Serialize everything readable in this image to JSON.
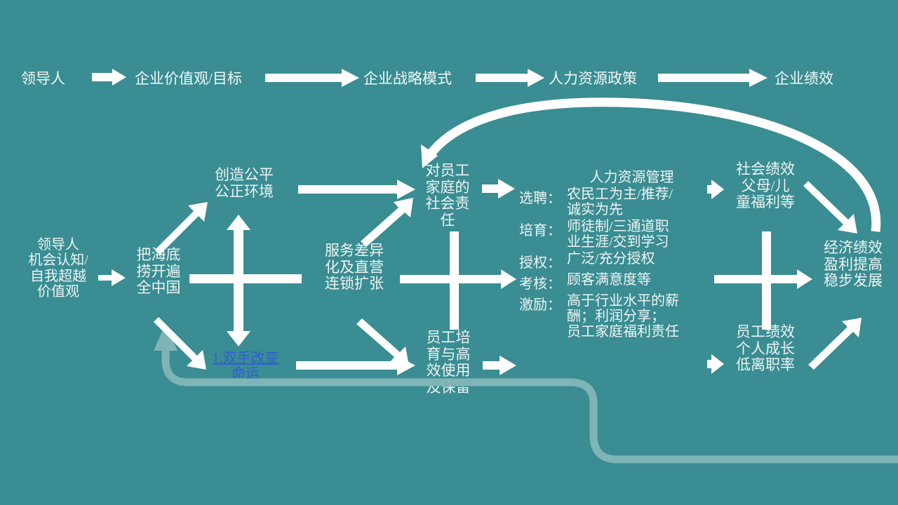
{
  "meta": {
    "background_color": "#3a8d92",
    "arrow_color": "#ffffff",
    "text_color": "#edf4f4",
    "link_color": "#2f5fd0",
    "feedback_arrow_color": "#7fb5b7"
  },
  "top_chain": {
    "items": [
      {
        "id": "leader",
        "label": "领导人"
      },
      {
        "id": "values-goals",
        "label": "企业价值观/目标"
      },
      {
        "id": "strategy-mode",
        "label": "企业战略模式"
      },
      {
        "id": "hr-policy",
        "label": "人力资源政策"
      },
      {
        "id": "firm-performance",
        "label": "企业绩效"
      }
    ],
    "connector": "arrow-right"
  },
  "nodes": {
    "leader_values": "领导人\n机会认知/\n自我超越\n价值观",
    "expand_china": "把海底\n捞开遍\n全中国",
    "fair_env": "创造公平\n公正环境",
    "hands_change_fate": "1.双手改变命运",
    "service_diff": "服务差异\n化及直营\n连锁扩张",
    "employee_family_csr": "对员工\n家庭的\n社会责\n任",
    "employee_dev_use": "员工培\n育与高\n效使用\n及保留",
    "social_perf": "社会绩效\n父母/儿\n童福利等",
    "employee_perf": "员工绩效\n个人成长\n低离职率",
    "economic_perf": "经济绩效\n盈利提高\n稳步发展"
  },
  "hr_block": {
    "title": "人力资源管理",
    "rows": [
      {
        "key": "选聘：",
        "value": "农民工为主/推荐/\n诚实为先"
      },
      {
        "key": "培育：",
        "value": "师徒制/三通道职\n业生涯/交到学习"
      },
      {
        "key": "授权：",
        "value": "广泛/充分授权"
      },
      {
        "key": "考核：",
        "value": "顾客满意度等"
      },
      {
        "key": "激励：",
        "value": "高于行业水平的薪\n酬；利润分享；\n员工家庭福利责任"
      }
    ]
  }
}
